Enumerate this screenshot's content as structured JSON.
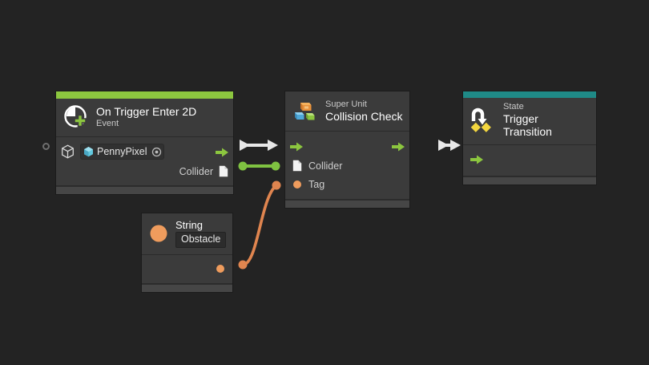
{
  "canvas": {
    "background_color": "#232323",
    "app": "Unity Visual Scripting Graph"
  },
  "nodes": [
    {
      "id": "on-trigger-enter-2d",
      "subtitle": "Event",
      "title": "On Trigger Enter 2D",
      "accent_color": "#8cc63f",
      "icon": "event-circle-plus-icon",
      "target_field": {
        "icon": "gameobject-cube-icon",
        "value": "PennyPixel",
        "picker_icon": "object-picker-target-icon"
      },
      "outputs": [
        {
          "label": "",
          "type": "flow",
          "icon": "flow-arrow-icon"
        },
        {
          "label": "Collider",
          "type": "data",
          "icon": "document-icon"
        }
      ],
      "input_stub": {
        "icon": "unconnected-port-icon"
      }
    },
    {
      "id": "super-unit-collision-check",
      "subtitle": "Super Unit",
      "title": "Collision Check",
      "accent_color": "",
      "icon": "super-unit-blocks-icon",
      "inputs": [
        {
          "label": "",
          "type": "flow",
          "icon": "flow-arrow-icon"
        },
        {
          "label": "Collider",
          "type": "data",
          "icon": "document-icon"
        },
        {
          "label": "Tag",
          "type": "data",
          "icon": "string-dot-icon"
        }
      ],
      "outputs": [
        {
          "label": "",
          "type": "flow",
          "icon": "flow-arrow-icon"
        }
      ]
    },
    {
      "id": "state-trigger-transition",
      "subtitle": "State",
      "title": "Trigger Transition",
      "accent_color": "#1f8a87",
      "icon": "state-transition-icon",
      "inputs": [
        {
          "label": "",
          "type": "flow",
          "icon": "flow-arrow-icon"
        }
      ]
    },
    {
      "id": "string-literal",
      "subtitle": "",
      "title": "String",
      "accent_color": "",
      "icon": "string-dot-icon",
      "value": "Obstacle",
      "outputs": [
        {
          "label": "",
          "type": "data",
          "icon": "string-dot-icon"
        }
      ]
    }
  ],
  "connections": [
    {
      "id": "flow-event-to-superunit",
      "kind": "flow",
      "color": "#e8e8e8",
      "from": "on-trigger-enter-2d",
      "to": "super-unit-collision-check"
    },
    {
      "id": "data-collider-to-collider",
      "kind": "data",
      "color": "#7fc241",
      "from": "on-trigger-enter-2d",
      "to": "super-unit-collision-check"
    },
    {
      "id": "data-string-to-tag",
      "kind": "data",
      "color": "#e0854f",
      "from": "string-literal",
      "to": "super-unit-collision-check"
    },
    {
      "id": "flow-superunit-to-state",
      "kind": "flow",
      "color": "#e8e8e8",
      "from": "super-unit-collision-check",
      "to": "state-trigger-transition"
    }
  ],
  "colors": {
    "flow_green": "#8cc63f",
    "data_green": "#7fc241",
    "data_orange": "#ef9c5d",
    "wire_orange": "#e0854f",
    "state_teal": "#1f8a87",
    "node_body": "#3b3b3b",
    "node_footer": "#464646"
  }
}
